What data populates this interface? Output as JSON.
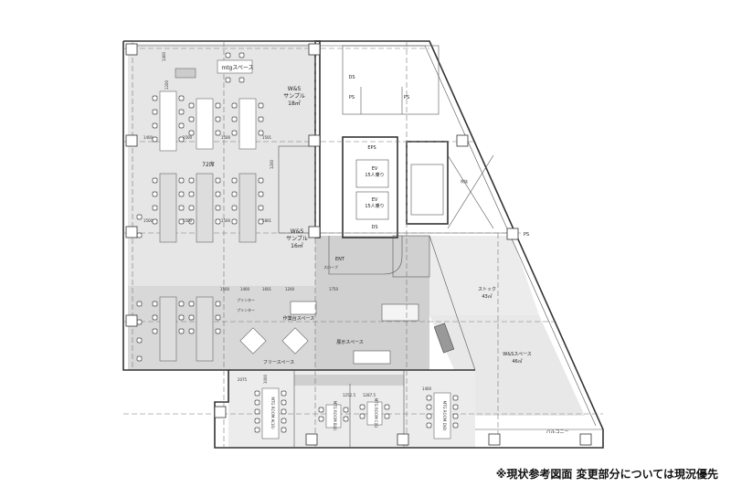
{
  "rooms": {
    "mtg_space": "mtgスペース",
    "ws_sample_1": {
      "name": "W&S",
      "sub": "サンプル",
      "area": "18㎡"
    },
    "seats": "72席",
    "ws_sample_2": {
      "name": "W&S",
      "sub": "サンプル",
      "area": "16㎡"
    },
    "ds_top": "DS",
    "ps_left": "PS",
    "ps_center": "PS",
    "eps": "EPS",
    "ev1": {
      "name": "EV",
      "cap": "15人乗り"
    },
    "ev2": {
      "name": "EV",
      "cap": "15人乗り"
    },
    "ds_bottom": "DS",
    "stair_void": "吹抜",
    "ps_right": "PS",
    "entrance": "ENT",
    "slope": "スロープ",
    "printer1": "プリンター",
    "printer2": "プリンター",
    "workbench": "作業台スペース",
    "exhibit": "展示スペース",
    "free_space": "フリースペース",
    "stock": {
      "name": "ストック",
      "area": "43㎡"
    },
    "ws_space": {
      "name": "W&Sスペース",
      "area": "46㎡"
    },
    "mtg_a": "MTG ROOM A(16)",
    "mtg_b": "MTG ROOM B(4)",
    "mtg_c": "MTG ROOM C(6)",
    "mtg_d": "MTG ROOM D(8)",
    "balcony": "バルコニー"
  },
  "dimensions": {
    "d1": "1400",
    "d2": "1200",
    "d3": "1400",
    "d4": "1500",
    "d5": "1500",
    "d6": "1501",
    "d7": "1200",
    "d8": "1500",
    "d9": "1500",
    "d10": "1500",
    "d11": "1801",
    "d12": "1500",
    "d13": "1400",
    "d14": "1601",
    "d15": "1200",
    "d16": "1750",
    "d17": "2075",
    "d18": "1000",
    "d19": "1252.5",
    "d20": "1287.5",
    "d21": "1400"
  },
  "footer_note": "※現状参考図面 変更部分については現況優先"
}
